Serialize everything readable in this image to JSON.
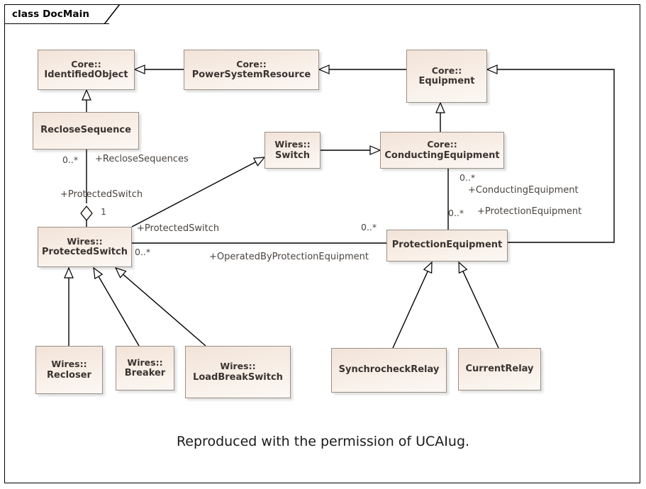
{
  "diagram": {
    "title": "class DocMain",
    "caption": "Reproduced with the permission of UCAIug.",
    "type": "uml-class-diagram",
    "colors": {
      "box_fill_top": "#f2e3d8",
      "box_fill_bottom": "#fcf8f4",
      "box_border": "#9a8f87",
      "line": "#000000",
      "label_text": "#4a4440",
      "title_text": "#000000",
      "caption_text": "#1a1a1a",
      "background": "#ffffff"
    }
  },
  "classes": [
    {
      "id": "identifiedobject",
      "namespace": "Core::",
      "name": "IdentifiedObject"
    },
    {
      "id": "powersystemresource",
      "namespace": "Core::",
      "name": "PowerSystemResource"
    },
    {
      "id": "equipment",
      "namespace": "Core::",
      "name": "Equipment"
    },
    {
      "id": "reclosesequence",
      "namespace": "",
      "name": "RecloseSequence"
    },
    {
      "id": "switch",
      "namespace": "Wires::",
      "name": "Switch"
    },
    {
      "id": "conductingequipment",
      "namespace": "Core::",
      "name": "ConductingEquipment"
    },
    {
      "id": "protectedswitch",
      "namespace": "Wires::",
      "name": "ProtectedSwitch"
    },
    {
      "id": "protectionequipment",
      "namespace": "",
      "name": "ProtectionEquipment"
    },
    {
      "id": "recloser",
      "namespace": "Wires::",
      "name": "Recloser"
    },
    {
      "id": "breaker",
      "namespace": "Wires::",
      "name": "Breaker"
    },
    {
      "id": "loadbreakswitch",
      "namespace": "Wires::",
      "name": "LoadBreakSwitch"
    },
    {
      "id": "synchrocheckrelay",
      "namespace": "",
      "name": "SynchrocheckRelay"
    },
    {
      "id": "currentrelay",
      "namespace": "",
      "name": "CurrentRelay"
    }
  ],
  "relationships": [
    {
      "id": "r1",
      "kind": "generalization",
      "from": "powersystemresource",
      "to": "identifiedobject"
    },
    {
      "id": "r2",
      "kind": "generalization",
      "from": "equipment",
      "to": "powersystemresource"
    },
    {
      "id": "r3",
      "kind": "generalization",
      "from": "reclosesequence",
      "to": "identifiedobject"
    },
    {
      "id": "r4",
      "kind": "generalization",
      "from": "conductingequipment",
      "to": "equipment"
    },
    {
      "id": "r5",
      "kind": "generalization",
      "from": "switch",
      "to": "conductingequipment"
    },
    {
      "id": "r6",
      "kind": "generalization",
      "from": "protectedswitch",
      "to": "switch"
    },
    {
      "id": "r7",
      "kind": "generalization",
      "from": "protectionequipment",
      "to": "equipment"
    },
    {
      "id": "r8",
      "kind": "generalization",
      "from": "recloser",
      "to": "protectedswitch"
    },
    {
      "id": "r9",
      "kind": "generalization",
      "from": "breaker",
      "to": "protectedswitch"
    },
    {
      "id": "r10",
      "kind": "generalization",
      "from": "loadbreakswitch",
      "to": "protectedswitch"
    },
    {
      "id": "r11",
      "kind": "generalization",
      "from": "synchrocheckrelay",
      "to": "protectionequipment"
    },
    {
      "id": "r12",
      "kind": "generalization",
      "from": "currentrelay",
      "to": "protectionequipment"
    },
    {
      "id": "r13",
      "kind": "aggregation",
      "from": "protectedswitch",
      "to": "reclosesequence"
    },
    {
      "id": "r14",
      "kind": "association",
      "from": "protectedswitch",
      "to": "protectionequipment"
    },
    {
      "id": "r15",
      "kind": "association",
      "from": "conductingequipment",
      "to": "protectionequipment"
    }
  ],
  "edge_labels": {
    "reclose_mult": "0..*",
    "reclose_role": "+RecloseSequences",
    "protectedswitch_role_agg": "+ProtectedSwitch",
    "protectedswitch_mult_1": "1",
    "protectedswitch_role": "+ProtectedSwitch",
    "protectedswitch_mult": "0..*",
    "operatedby_role": "+OperatedByProtectionEquipment",
    "protequip_mult_left": "0..*",
    "conducting_mult": "0..*",
    "conducting_role": "+ConductingEquipment",
    "protequip_mult": "0..*",
    "protequip_role": "+ProtectionEquipment"
  }
}
